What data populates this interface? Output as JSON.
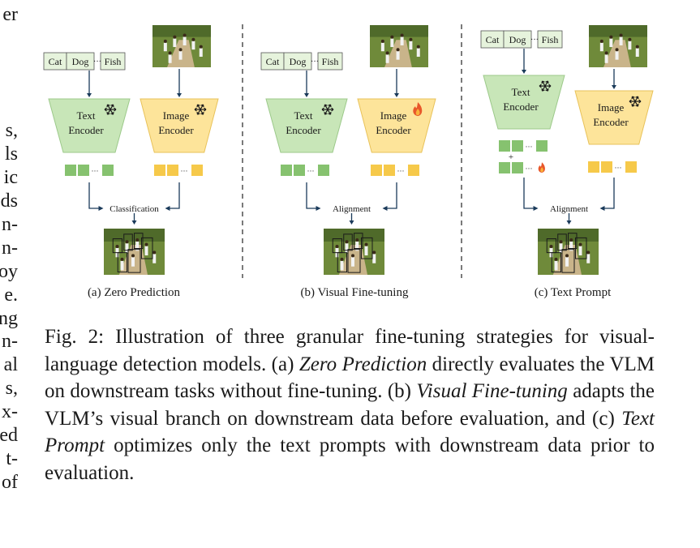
{
  "left_column_fragments": [
    "er",
    "s,",
    "ls",
    "ic",
    "ds",
    "n-",
    "n-",
    "oy",
    "e.",
    "ng",
    "n-",
    "al",
    "s,",
    "x-",
    "ed",
    "t-",
    "of"
  ],
  "figure": {
    "panels": [
      {
        "id": "a",
        "classes": [
          "Cat",
          "Dog",
          "···",
          "Fish"
        ],
        "text_encoder_label": [
          "Text",
          "Encoder"
        ],
        "image_encoder_label": [
          "Image",
          "Encoder"
        ],
        "text_encoder_state": "frozen",
        "image_encoder_state": "frozen",
        "merge_label": "Classification",
        "caption": "(a) Zero Prediction"
      },
      {
        "id": "b",
        "classes": [
          "Cat",
          "Dog",
          "···",
          "Fish"
        ],
        "text_encoder_label": [
          "Text",
          "Encoder"
        ],
        "image_encoder_label": [
          "Image",
          "Encoder"
        ],
        "text_encoder_state": "frozen",
        "image_encoder_state": "trainable",
        "merge_label": "Alignment",
        "caption": "(b) Visual Fine-tuning"
      },
      {
        "id": "c",
        "classes": [
          "Cat",
          "Dog",
          "···",
          "Fish"
        ],
        "text_encoder_label": [
          "Text",
          "Encoder"
        ],
        "image_encoder_label": [
          "Image",
          "Encoder"
        ],
        "text_encoder_state": "frozen",
        "image_encoder_state": "frozen",
        "merge_label": "Alignment",
        "caption": "(c) Text Prompt"
      }
    ],
    "icons": {
      "frozen": "snowflake-icon",
      "trainable": "flame-icon"
    },
    "colors": {
      "text_encoder": "#c8e6b8",
      "text_encoder_stroke": "#9cc98a",
      "image_encoder": "#fde49a",
      "image_encoder_stroke": "#e8c25a",
      "class_box": "#e6f3dc",
      "token_green": "#86c26f",
      "token_yellow": "#f6c94a",
      "photo_grass": "#6f8a3a",
      "photo_pitch": "#c9b48a",
      "flame": "#e8572a",
      "det_box": "#1a1a1a"
    }
  },
  "caption": {
    "label": "Fig. 2:",
    "segments": [
      {
        "text": " Illustration of three granular fine-tuning strategies for visual-language detection models. (a) ",
        "italic": false
      },
      {
        "text": "Zero Prediction",
        "italic": true
      },
      {
        "text": " directly evaluates the VLM on downstream tasks without fine-tuning. (b) ",
        "italic": false
      },
      {
        "text": "Visual Fine-tuning",
        "italic": true
      },
      {
        "text": " adapts the VLM’s visual branch on downstream data before evaluation, and (c) ",
        "italic": false
      },
      {
        "text": "Text Prompt",
        "italic": true
      },
      {
        "text": " optimizes only the text prompts with downstream data prior to evaluation.",
        "italic": false
      }
    ]
  }
}
